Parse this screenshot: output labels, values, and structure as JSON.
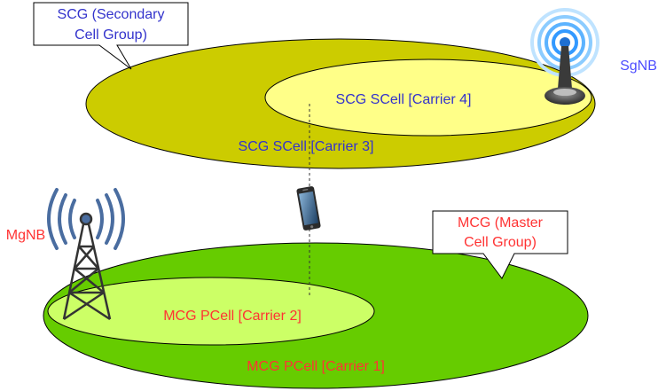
{
  "scg": {
    "callout_line1": "SCG (Secondary",
    "callout_line2": "Cell Group)",
    "outer_cell_label": "SCG SCell [Carrier 3]",
    "inner_cell_label": "SCG SCell [Carrier 4]",
    "node_label": "SgNB"
  },
  "mcg": {
    "callout_line1": "MCG (Master",
    "callout_line2": "Cell Group)",
    "outer_cell_label": "MCG PCell [Carrier 1]",
    "inner_cell_label": "MCG PCell [Carrier 2]",
    "node_label": "MgNB"
  },
  "colors": {
    "scg_outer": "#cccc00",
    "scg_inner": "#ffff88",
    "mcg_outer": "#66cc00",
    "mcg_inner": "#ccff66",
    "scg_text": "#3333cc",
    "mcg_text": "#ff3333",
    "node_sgnb_text": "#4d4dff",
    "antenna_blue": "#3399ff"
  },
  "icons": {
    "sgnb": "wireless-antenna-icon",
    "mgnb": "cell-tower-icon",
    "ue": "smartphone-icon"
  }
}
